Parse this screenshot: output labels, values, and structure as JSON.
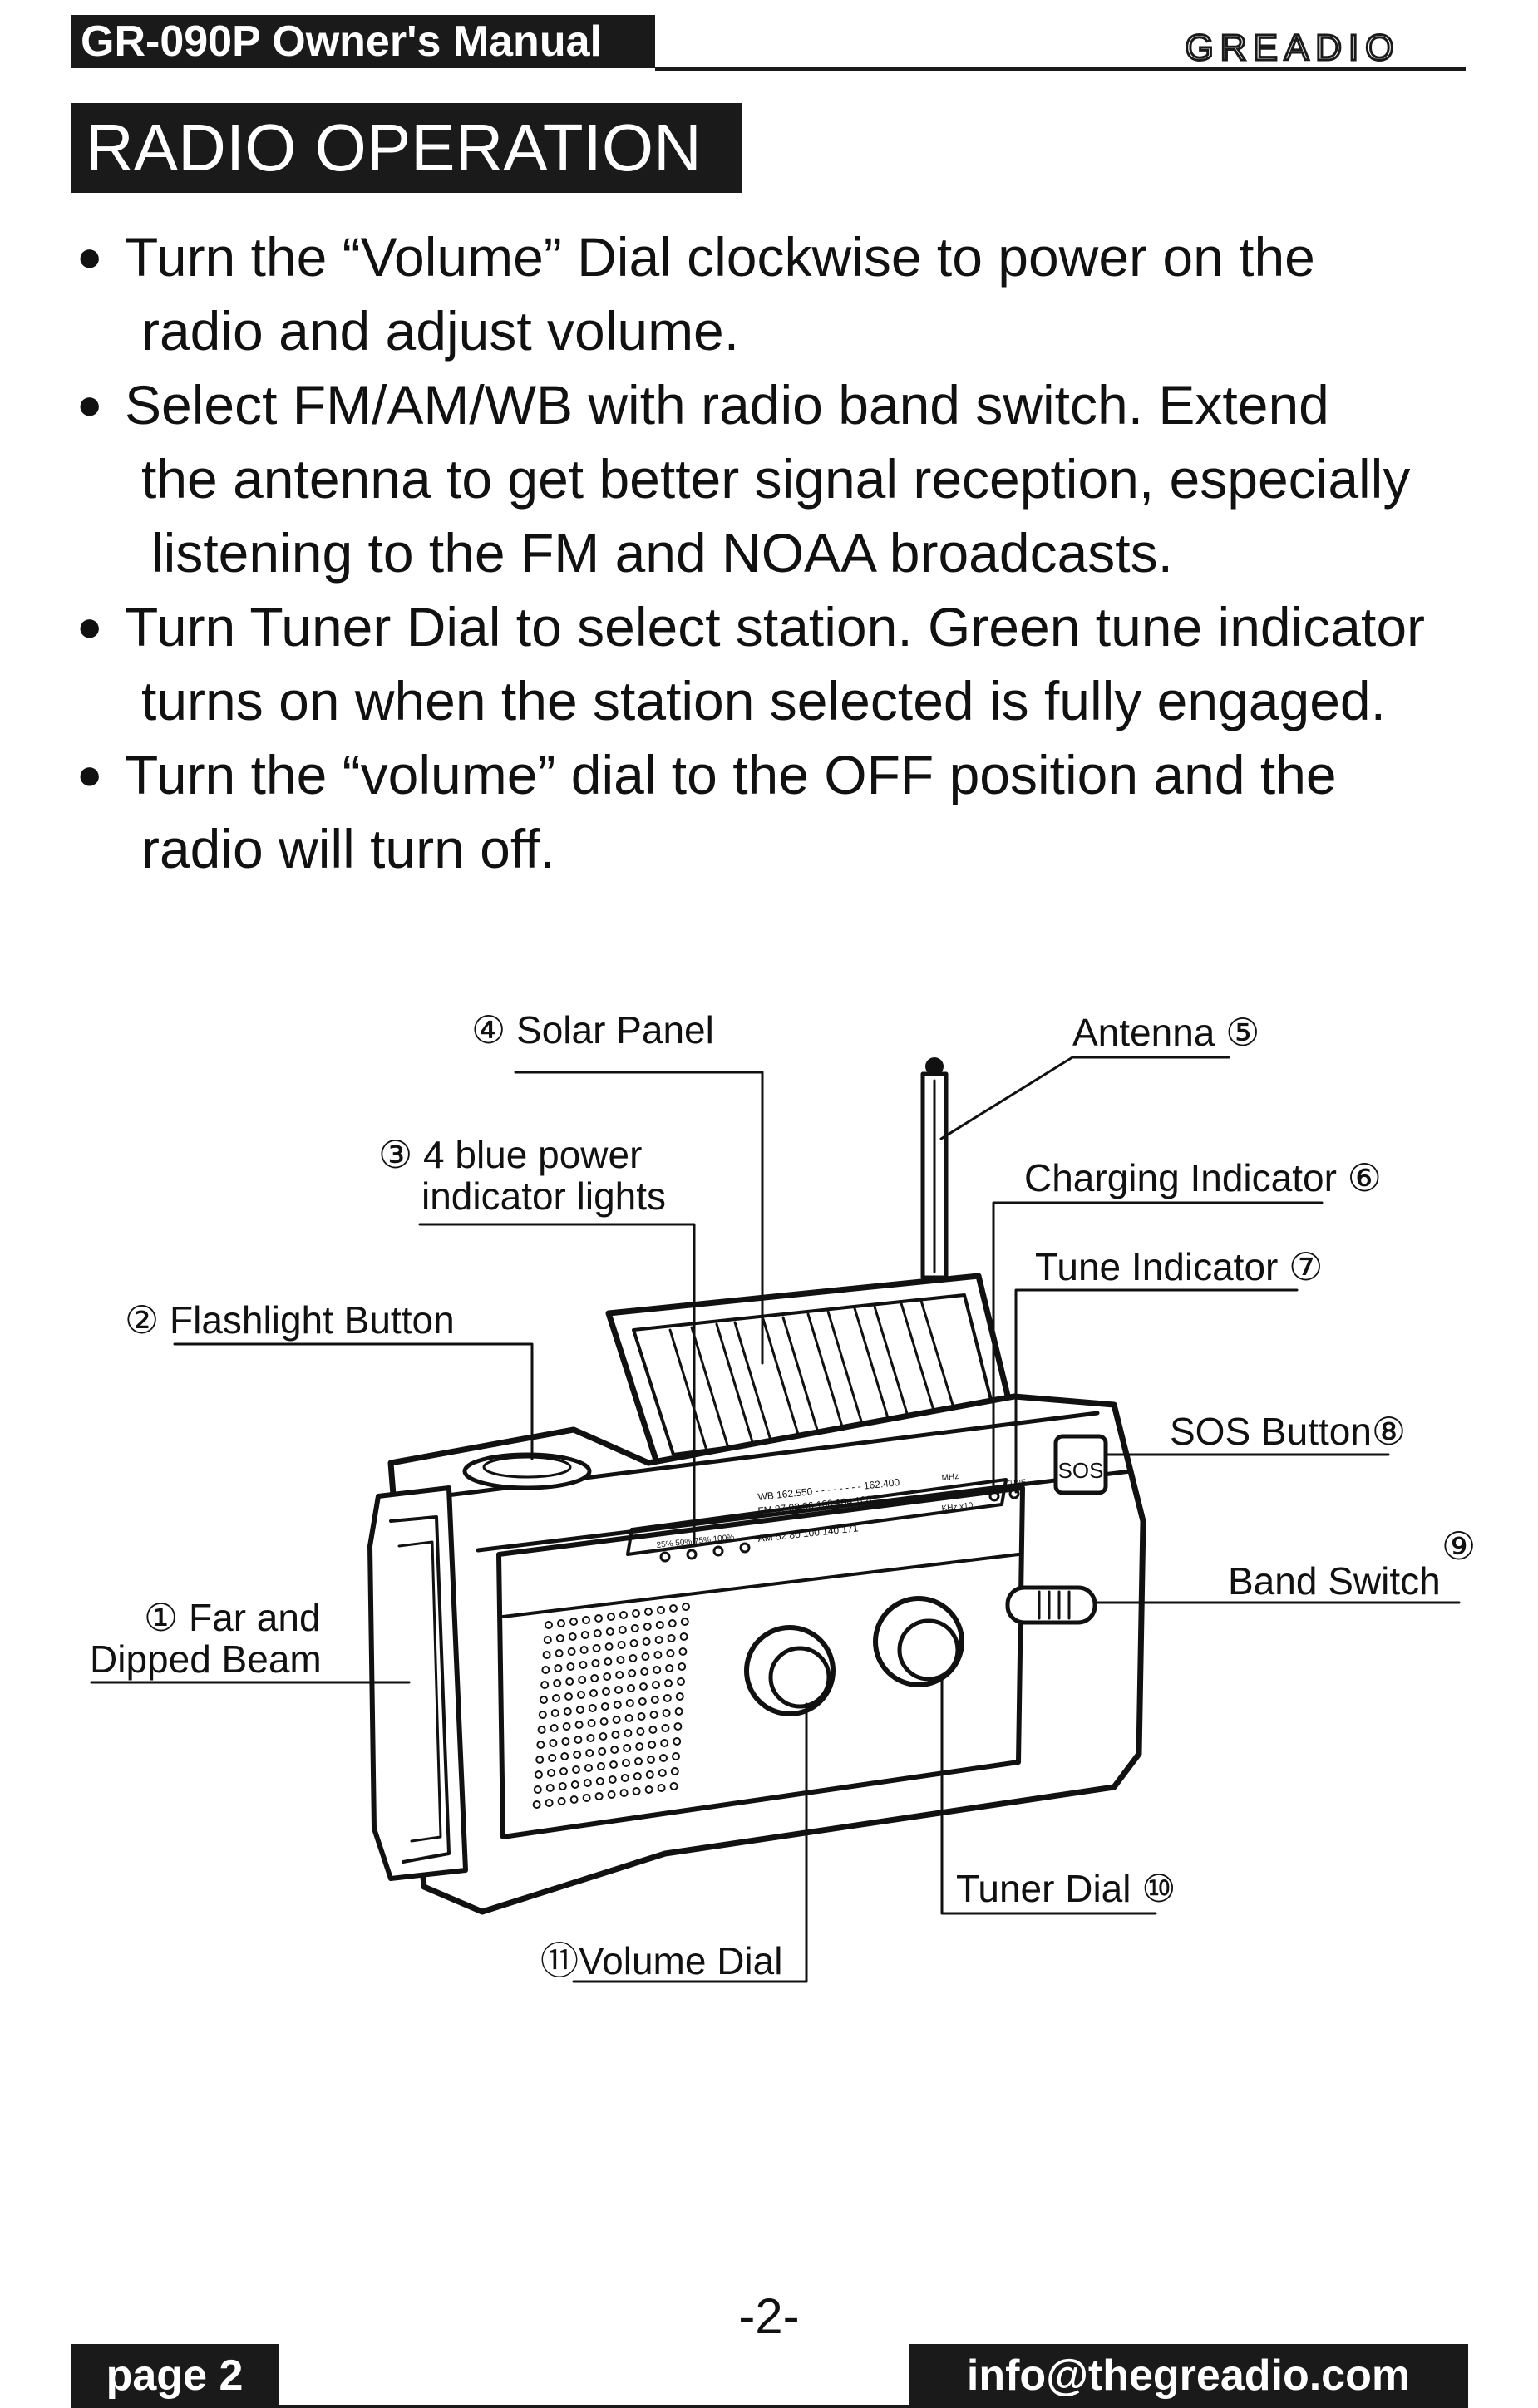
{
  "header": {
    "manual_title": "GR-090P  Owner's Manual",
    "brand": "GREADIO"
  },
  "section": {
    "title": "RADIO OPERATION"
  },
  "instructions": [
    {
      "lines": [
        "Turn the “Volume” Dial clockwise to power on the",
        "radio and adjust volume."
      ]
    },
    {
      "lines": [
        "Select FM/AM/WB with radio band switch. Extend",
        "the antenna to get better signal reception, especially",
        "listening to the FM and NOAA broadcasts."
      ]
    },
    {
      "lines": [
        "Turn Tuner Dial to select station. Green tune indicator",
        "turns on when the station selected is fully engaged."
      ]
    },
    {
      "lines": [
        "Turn the “volume” dial to the OFF position and the",
        "radio will turn off."
      ]
    }
  ],
  "diagram": {
    "labels": {
      "far_beam_1": "① Far and",
      "far_beam_2": "Dipped Beam",
      "flashlight": "② Flashlight Button",
      "power_lights_1": "③ 4 blue power",
      "power_lights_2": "indicator lights",
      "solar_panel": "④ Solar Panel",
      "antenna": "Antenna ⑤",
      "charging": "Charging Indicator ⑥",
      "tune_indicator": "Tune Indicator ⑦",
      "sos_button": "SOS Button⑧",
      "band_switch_num": "⑨",
      "band_switch": "Band Switch",
      "tuner_dial": "Tuner Dial ⑩",
      "volume_dial": "⑪Volume Dial"
    },
    "panel": {
      "sos": "SOS",
      "wb_row": "WB  162.550 - - - - - - - - 162.400",
      "fm_row": "FM    87    92    96   100  104  108",
      "am_row": "AM   52    80   100   140   171",
      "pct": "25%  50%  75%  100%",
      "mhz": "MHz",
      "khz": "KHz x10",
      "tuned": "TUNE"
    }
  },
  "footer": {
    "page_number": "-2-",
    "page_label": "page 2",
    "email": "info@thegreadio.com"
  }
}
